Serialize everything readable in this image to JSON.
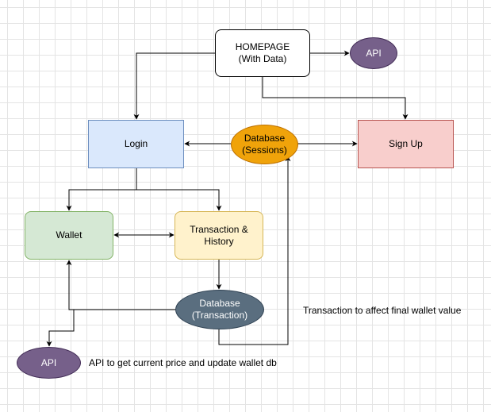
{
  "nodes": {
    "homepage": {
      "label": "HOMEPAGE\n(With Data)",
      "fill": "#ffffff",
      "stroke": "#000000"
    },
    "api_top": {
      "label": "API",
      "fill": "#76608a",
      "stroke": "#432d57",
      "text_color": "#ffffff"
    },
    "login": {
      "label": "Login",
      "fill": "#dae8fc",
      "stroke": "#6c8ebf"
    },
    "db_sessions": {
      "label": "Database\n(Sessions)",
      "fill": "#f0a30a",
      "stroke": "#bd7000"
    },
    "signup": {
      "label": "Sign Up",
      "fill": "#f8cecc",
      "stroke": "#b85450"
    },
    "wallet": {
      "label": "Wallet",
      "fill": "#d5e8d4",
      "stroke": "#82b366"
    },
    "transaction": {
      "label": "Transaction &\nHistory",
      "fill": "#fff2cc",
      "stroke": "#d6b656"
    },
    "db_transaction": {
      "label": "Database\n(Transaction)",
      "fill": "#5a6e7f",
      "stroke": "#314354",
      "text_color": "#ffffff"
    },
    "api_bottom": {
      "label": "API",
      "fill": "#76608a",
      "stroke": "#432d57",
      "text_color": "#ffffff"
    }
  },
  "captions": {
    "wallet_value": "Transaction to affect final wallet value",
    "api_price": "API to get current price and update wallet db"
  },
  "edge_color": "#000000"
}
